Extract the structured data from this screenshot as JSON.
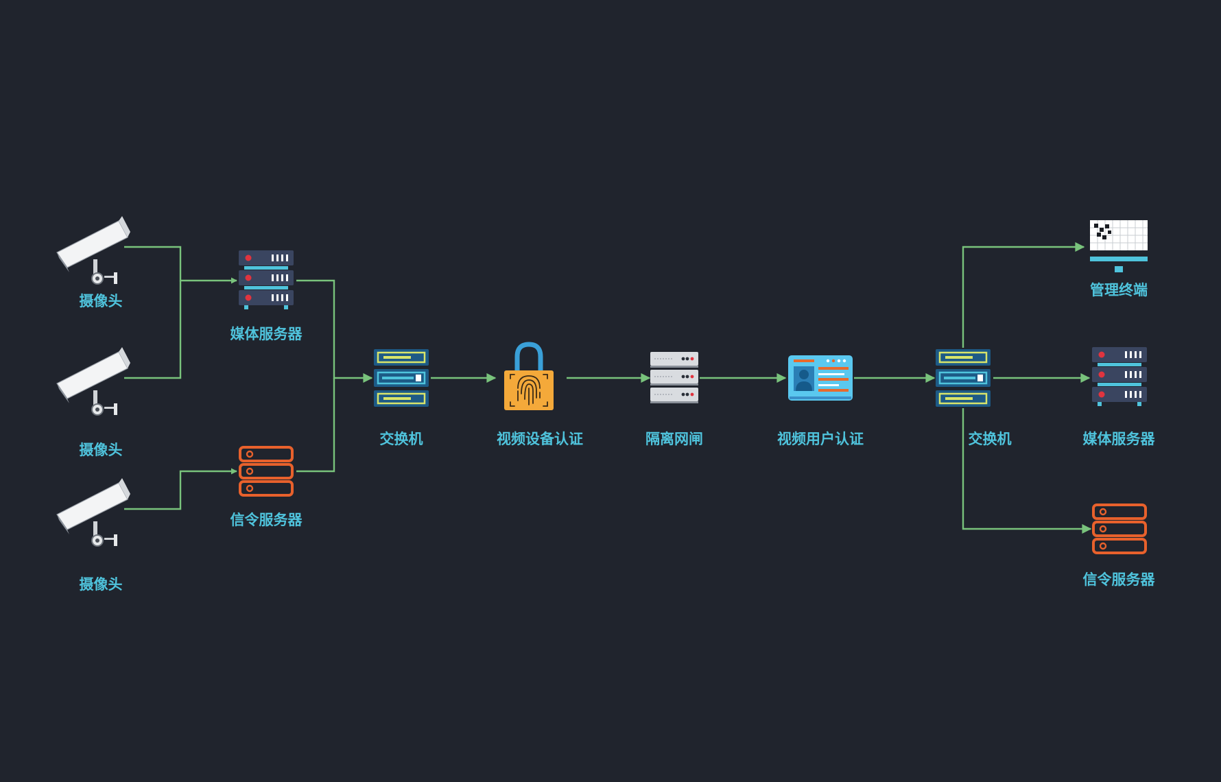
{
  "nodes": {
    "camera_1": {
      "label": "摄像头",
      "icon": "cctv-camera-icon"
    },
    "camera_2": {
      "label": "摄像头",
      "icon": "cctv-camera-icon"
    },
    "camera_3": {
      "label": "摄像头",
      "icon": "cctv-camera-icon"
    },
    "media_server_left": {
      "label": "媒体服务器",
      "icon": "media-server-icon"
    },
    "signal_server_left": {
      "label": "信令服务器",
      "icon": "signaling-server-icon"
    },
    "switch_left": {
      "label": "交换机",
      "icon": "network-switch-icon"
    },
    "device_auth": {
      "label": "视频设备认证",
      "icon": "fingerprint-lock-icon"
    },
    "gateway": {
      "label": "隔离网闸",
      "icon": "isolation-gateway-icon"
    },
    "user_auth": {
      "label": "视频用户认证",
      "icon": "id-card-icon"
    },
    "switch_right": {
      "label": "交换机",
      "icon": "network-switch-icon"
    },
    "mgmt_terminal": {
      "label": "管理终端",
      "icon": "monitor-terminal-icon"
    },
    "media_server_right": {
      "label": "媒体服务器",
      "icon": "media-server-icon"
    },
    "signal_server_right": {
      "label": "信令服务器",
      "icon": "signaling-server-icon"
    }
  },
  "edges": [
    {
      "from": "camera_1",
      "to": "media_server_left"
    },
    {
      "from": "camera_2",
      "to": "media_server_left"
    },
    {
      "from": "camera_3",
      "to": "signal_server_left"
    },
    {
      "from": "media_server_left",
      "to": "switch_left"
    },
    {
      "from": "signal_server_left",
      "to": "switch_left"
    },
    {
      "from": "switch_left",
      "to": "device_auth"
    },
    {
      "from": "device_auth",
      "to": "gateway"
    },
    {
      "from": "gateway",
      "to": "user_auth"
    },
    {
      "from": "user_auth",
      "to": "switch_right"
    },
    {
      "from": "switch_right",
      "to": "mgmt_terminal"
    },
    {
      "from": "switch_right",
      "to": "media_server_right"
    },
    {
      "from": "switch_right",
      "to": "signal_server_right"
    }
  ],
  "colors": {
    "background": "#20242d",
    "label": "#4fc3dc",
    "edge": "#79c37c",
    "server_body": "#3a4560",
    "server_accent": "#4fc3dc",
    "server_led": "#e0343f",
    "signal_server": "#e8612c",
    "switch_body": "#1d5a86",
    "switch_accent": "#d8e46a",
    "lock_body": "#f4a93a",
    "gateway_body": "#d9dce0",
    "id_card": "#5ac8ef"
  }
}
